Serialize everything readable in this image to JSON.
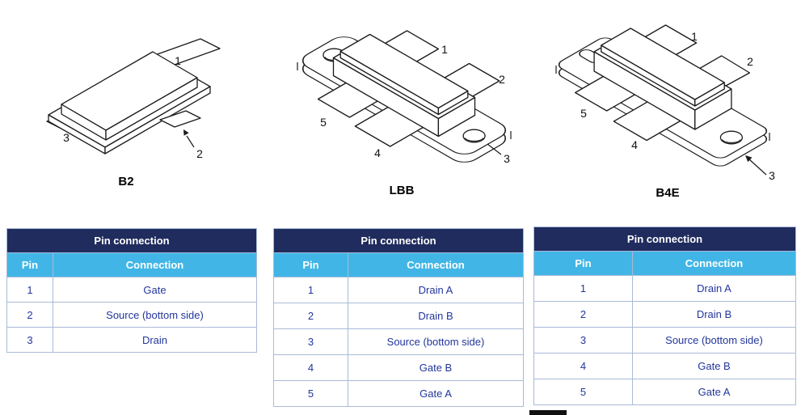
{
  "figures": [
    {
      "caption": "B2",
      "pins": [
        "1",
        "2",
        "3"
      ]
    },
    {
      "caption": "LBB",
      "pins": [
        "1",
        "2",
        "3",
        "4",
        "5"
      ]
    },
    {
      "caption": "B4E",
      "pins": [
        "1",
        "2",
        "3",
        "4",
        "5"
      ]
    }
  ],
  "tables": [
    {
      "title": "Pin connection",
      "columns": [
        "Pin",
        "Connection"
      ],
      "rows": [
        [
          "1",
          "Gate"
        ],
        [
          "2",
          "Source (bottom side)"
        ],
        [
          "3",
          "Drain"
        ]
      ]
    },
    {
      "title": "Pin connection",
      "columns": [
        "Pin",
        "Connection"
      ],
      "rows": [
        [
          "1",
          "Drain A"
        ],
        [
          "2",
          "Drain B"
        ],
        [
          "3",
          "Source (bottom side)"
        ],
        [
          "4",
          "Gate B"
        ],
        [
          "5",
          "Gate A"
        ]
      ]
    },
    {
      "title": "Pin connection",
      "columns": [
        "Pin",
        "Connection"
      ],
      "rows": [
        [
          "1",
          "Drain A"
        ],
        [
          "2",
          "Drain B"
        ],
        [
          "3",
          "Source (bottom side)"
        ],
        [
          "4",
          "Gate B"
        ],
        [
          "5",
          "Gate A"
        ]
      ]
    }
  ],
  "colors": {
    "table_header_bg": "#202c5e",
    "table_subheader_bg": "#41b6e6",
    "table_text": "#23369b",
    "table_border": "#a9bad8"
  }
}
